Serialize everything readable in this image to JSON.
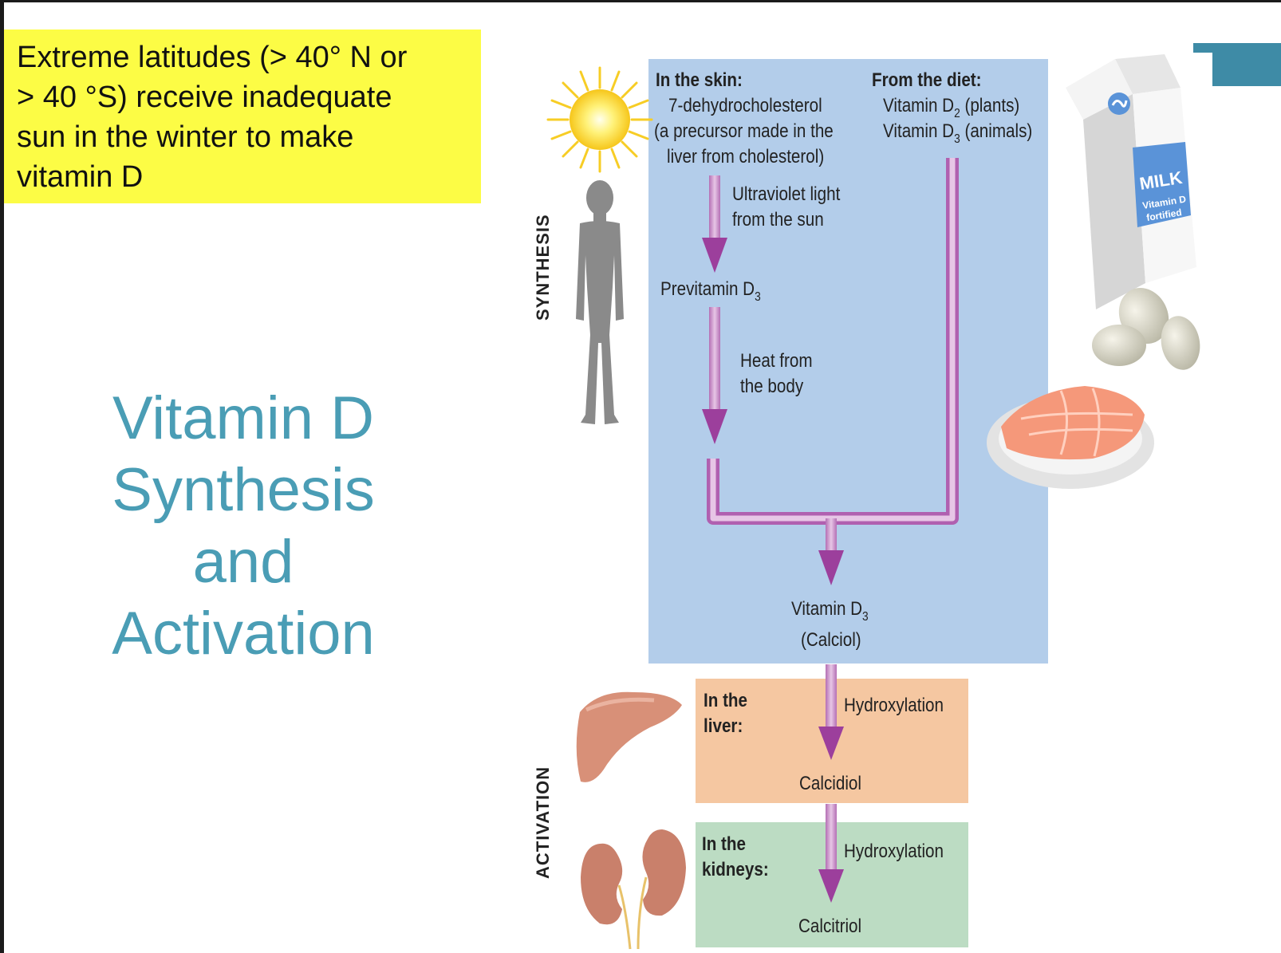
{
  "note": {
    "lines": [
      "Extreme latitudes (> 40° N or",
      "> 40 °S) receive inadequate",
      "sun in the winter to make",
      "vitamin D"
    ]
  },
  "title": {
    "lines": [
      "Vitamin D",
      "Synthesis",
      "and",
      "Activation"
    ]
  },
  "diagram": {
    "side_labels": {
      "synthesis": "SYNTHESIS",
      "activation": "ACTIVATION"
    },
    "skin": {
      "heading": "In the skin:",
      "lines": [
        "7-dehydrocholesterol",
        "(a precursor made in the",
        "liver from cholesterol)"
      ]
    },
    "diet": {
      "heading": "From the diet:",
      "d2_prefix": "Vitamin D",
      "d2_sub": "2",
      "d2_suffix": " (plants)",
      "d3_prefix": "Vitamin D",
      "d3_sub": "3",
      "d3_suffix": " (animals)"
    },
    "uv_label": [
      "Ultraviolet light",
      "from the sun"
    ],
    "previtamin": {
      "prefix": "Previtamin D",
      "sub": "3"
    },
    "heat_label": [
      "Heat from",
      "the body"
    ],
    "vitamin_d3": {
      "prefix": "Vitamin D",
      "sub": "3",
      "line2": "(Calciol)"
    },
    "liver": {
      "heading": [
        "In the",
        "liver:"
      ],
      "process": "Hydroxylation",
      "product": "Calcidiol"
    },
    "kidneys": {
      "heading": [
        "In the",
        "kidneys:"
      ],
      "process": "Hydroxylation",
      "product": "Calcitriol"
    },
    "milk_carton": {
      "label": "MILK",
      "line1": "Vitamin D",
      "line2": "fortified"
    }
  },
  "colors": {
    "note_bg": "#fcfc45",
    "title": "#4a9db5",
    "synthesis_box": "#b3cdea",
    "liver_box": "#f5c7a1",
    "kidney_box": "#bcdcc3",
    "arrow": "#9c3f9c",
    "accent": "#3e8ba6"
  }
}
